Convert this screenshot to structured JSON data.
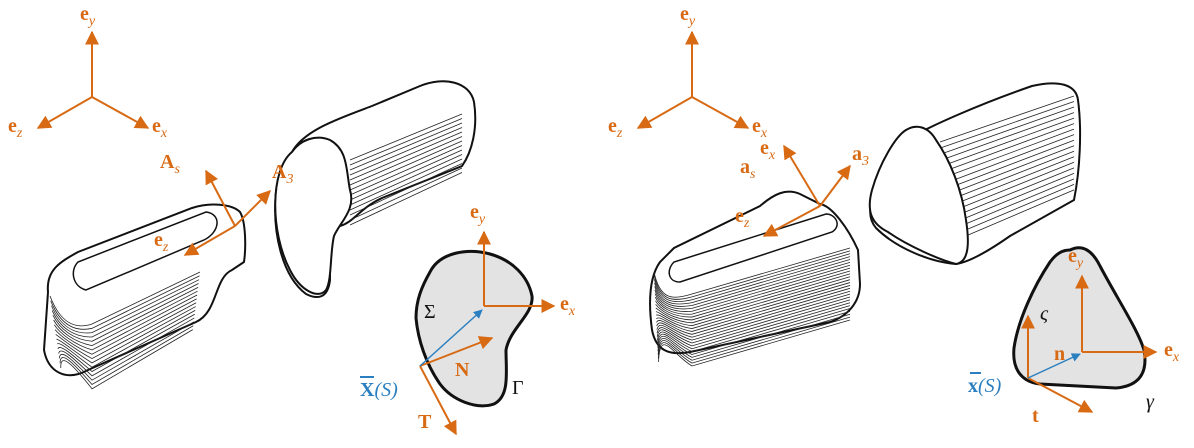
{
  "colors": {
    "orange": "#d86a14",
    "blue": "#2a7fc0",
    "black": "#111111",
    "section_fill": "#e3e3e3"
  },
  "left_panel": {
    "frame": {
      "ey": "e",
      "ey_sub": "y",
      "ex": "e",
      "ex_sub": "x",
      "ez": "e",
      "ez_sub": "z"
    },
    "body_axes": {
      "As": "A",
      "As_sub": "s",
      "A3": "A",
      "A3_sub": "3",
      "ez": "e",
      "ez_sub": "z"
    },
    "section": {
      "ey": "e",
      "ey_sub": "y",
      "ex": "e",
      "ex_sub": "x",
      "Sigma": "Σ",
      "Gamma": "Γ",
      "N": "N",
      "T": "T",
      "X": "X",
      "X_arg": "(S)"
    }
  },
  "right_panel": {
    "frame": {
      "ey": "e",
      "ey_sub": "y",
      "ex": "e",
      "ex_sub": "x",
      "ez": "e",
      "ez_sub": "z"
    },
    "body_axes": {
      "as": "a",
      "as_sub": "s",
      "a3": "a",
      "a3_sub": "3",
      "ex": "e",
      "ex_sub": "x",
      "ez": "e",
      "ez_sub": "z"
    },
    "section": {
      "ey": "e",
      "ey_sub": "y",
      "ex": "e",
      "ex_sub": "x",
      "varsigma": "ς",
      "gamma": "γ",
      "n": "n",
      "t": "t",
      "x": "x",
      "x_arg": "(S)"
    }
  }
}
